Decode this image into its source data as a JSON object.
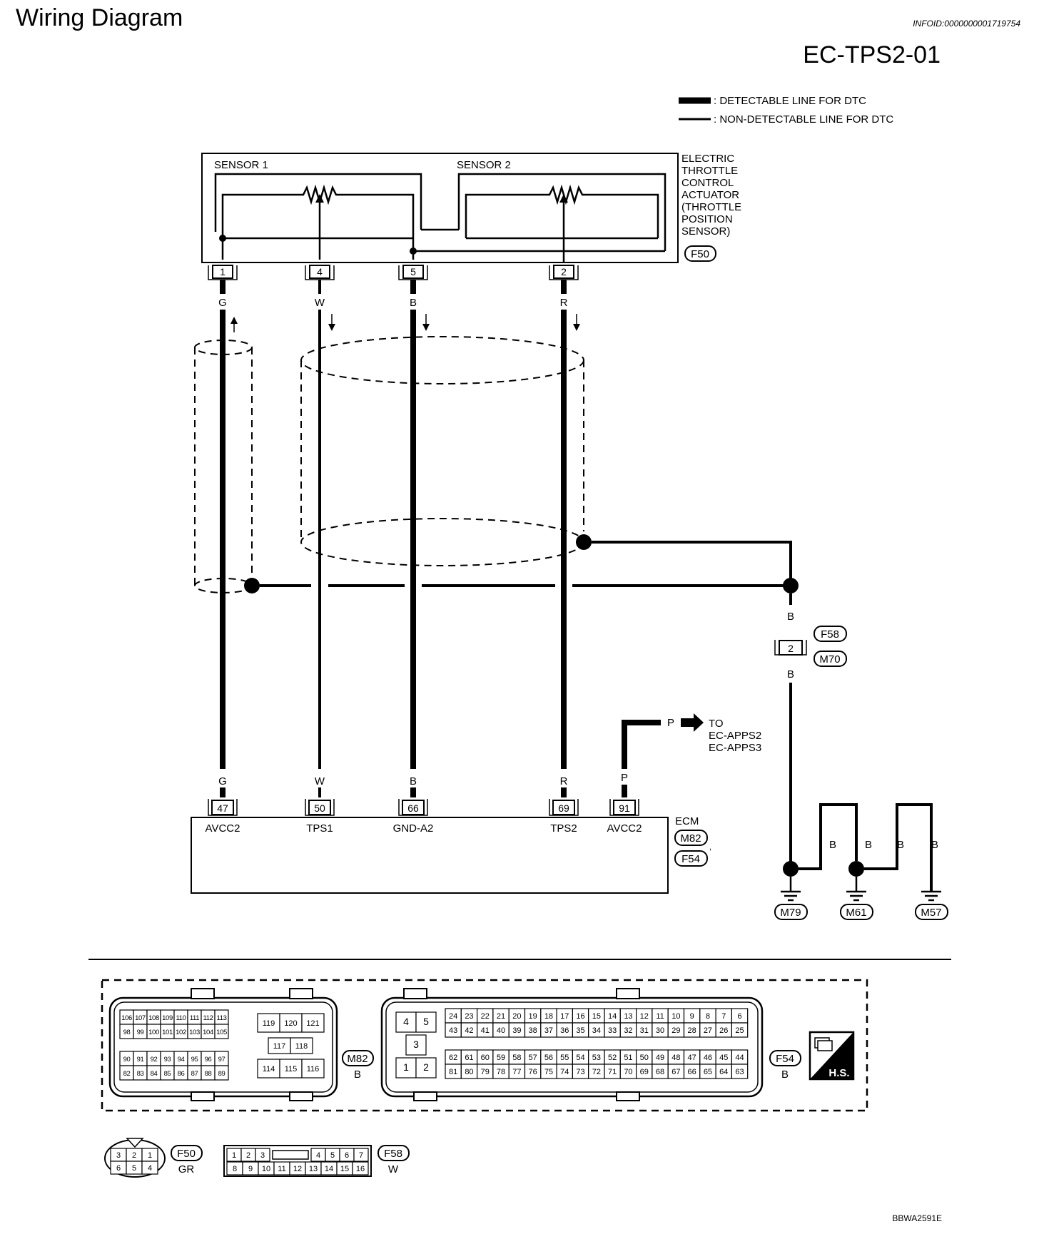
{
  "header": {
    "title": "Wiring Diagram",
    "info_id": "INFOID:0000000001719754",
    "code": "EC-TPS2-01"
  },
  "legend": {
    "detectable": ": DETECTABLE LINE FOR DTC",
    "non_detectable": ": NON-DETECTABLE LINE FOR DTC"
  },
  "actuator": {
    "name_lines": [
      "ELECTRIC",
      "THROTTLE",
      "CONTROL",
      "ACTUATOR",
      "(THROTTLE",
      "POSITION",
      "SENSOR)"
    ],
    "connector": "F50",
    "sensor1": "SENSOR 1",
    "sensor2": "SENSOR 2",
    "pins": [
      "1",
      "4",
      "5",
      "2"
    ]
  },
  "wires": {
    "colors_top": [
      "G",
      "W",
      "B",
      "R"
    ],
    "colors_bottom": [
      "G",
      "W",
      "B",
      "R",
      "P"
    ]
  },
  "ground_branch": {
    "color_above": "B",
    "color_below": "B",
    "pin": "2",
    "connector_top": "F58",
    "connector_bottom": "M70"
  },
  "to_other": {
    "color": "P",
    "lines": [
      "TO",
      "EC-APPS2",
      "EC-APPS3"
    ]
  },
  "ecm": {
    "label": "ECM",
    "connector_top": "M82",
    "connector_bottom": "F54",
    "comma": ",",
    "pins": [
      "47",
      "50",
      "66",
      "69",
      "91"
    ],
    "signals": [
      "AVCC2",
      "TPS1",
      "GND-A2",
      "TPS2",
      "AVCC2"
    ]
  },
  "grounds": {
    "colors": [
      "B",
      "B",
      "B",
      "B"
    ],
    "points": [
      "M79",
      "M61",
      "M57"
    ]
  },
  "connector_views": {
    "m82": {
      "id": "M82",
      "color": "B",
      "top_left": [
        "106",
        "107",
        "108",
        "109",
        "110",
        "111",
        "112",
        "113",
        "98",
        "99",
        "100",
        "101",
        "102",
        "103",
        "104",
        "105"
      ],
      "bottom_left": [
        "90",
        "91",
        "92",
        "93",
        "94",
        "95",
        "96",
        "97",
        "82",
        "83",
        "84",
        "85",
        "86",
        "87",
        "88",
        "89"
      ],
      "right_top": [
        "119",
        "120",
        "121"
      ],
      "right_mid": [
        "117",
        "118"
      ],
      "right_bottom": [
        "114",
        "115",
        "116"
      ]
    },
    "f54": {
      "id": "F54",
      "color": "B",
      "small": [
        "4",
        "5",
        "3",
        "1",
        "2"
      ],
      "row1": [
        "24",
        "23",
        "22",
        "21",
        "20",
        "19",
        "18",
        "17",
        "16",
        "15",
        "14",
        "13",
        "12",
        "11",
        "10",
        "9",
        "8",
        "7",
        "6"
      ],
      "row2": [
        "43",
        "42",
        "41",
        "40",
        "39",
        "38",
        "37",
        "36",
        "35",
        "34",
        "33",
        "32",
        "31",
        "30",
        "29",
        "28",
        "27",
        "26",
        "25"
      ],
      "row3": [
        "62",
        "61",
        "60",
        "59",
        "58",
        "57",
        "56",
        "55",
        "54",
        "53",
        "52",
        "51",
        "50",
        "49",
        "48",
        "47",
        "46",
        "45",
        "44"
      ],
      "row4": [
        "81",
        "80",
        "79",
        "78",
        "77",
        "76",
        "75",
        "74",
        "73",
        "72",
        "71",
        "70",
        "69",
        "68",
        "67",
        "66",
        "65",
        "64",
        "63"
      ]
    },
    "hs": "H.S.",
    "f50": {
      "id": "F50",
      "color": "GR",
      "top": [
        "3",
        "2",
        "1"
      ],
      "bottom": [
        "6",
        "5",
        "4"
      ]
    },
    "f58": {
      "id": "F58",
      "color": "W",
      "top": [
        "1",
        "2",
        "3",
        "4",
        "5",
        "6",
        "7"
      ],
      "bottom": [
        "8",
        "9",
        "10",
        "11",
        "12",
        "13",
        "14",
        "15",
        "16"
      ]
    }
  },
  "footer_code": "BBWA2591E"
}
